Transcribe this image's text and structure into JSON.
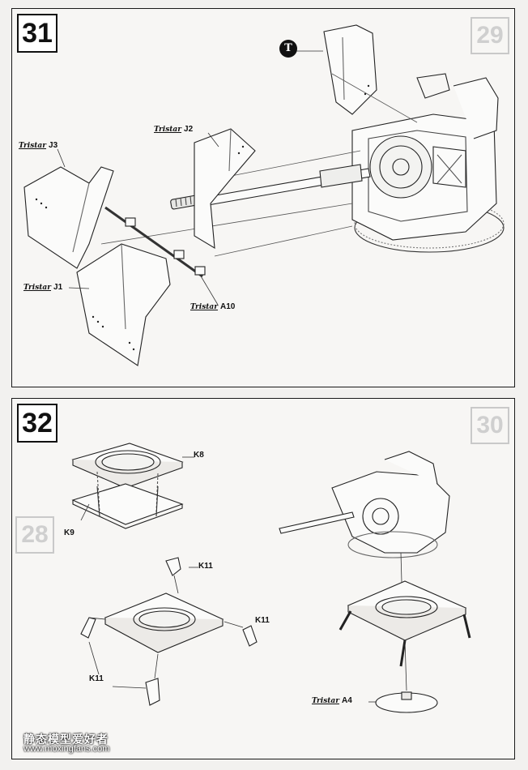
{
  "watermark": {
    "line1": "静态模型爱好者",
    "line2": "www.moxingfans.com"
  },
  "steps": [
    {
      "number": "31",
      "ghost_step": "29",
      "callout_badge": "T",
      "parts": [
        {
          "brand": "Tristar",
          "code": "J3"
        },
        {
          "brand": "Tristar",
          "code": "J2"
        },
        {
          "brand": "Tristar",
          "code": "J1"
        },
        {
          "brand": "Tristar",
          "code": "A10"
        }
      ]
    },
    {
      "number": "32",
      "ghost_step": "30",
      "ghost_step_left": "28",
      "parts": [
        {
          "brand": "",
          "code": "K8"
        },
        {
          "brand": "",
          "code": "K9"
        },
        {
          "brand": "",
          "code": "K11"
        },
        {
          "brand": "",
          "code": "K11"
        },
        {
          "brand": "",
          "code": "K11"
        },
        {
          "brand": "Tristar",
          "code": "A4"
        }
      ]
    }
  ]
}
